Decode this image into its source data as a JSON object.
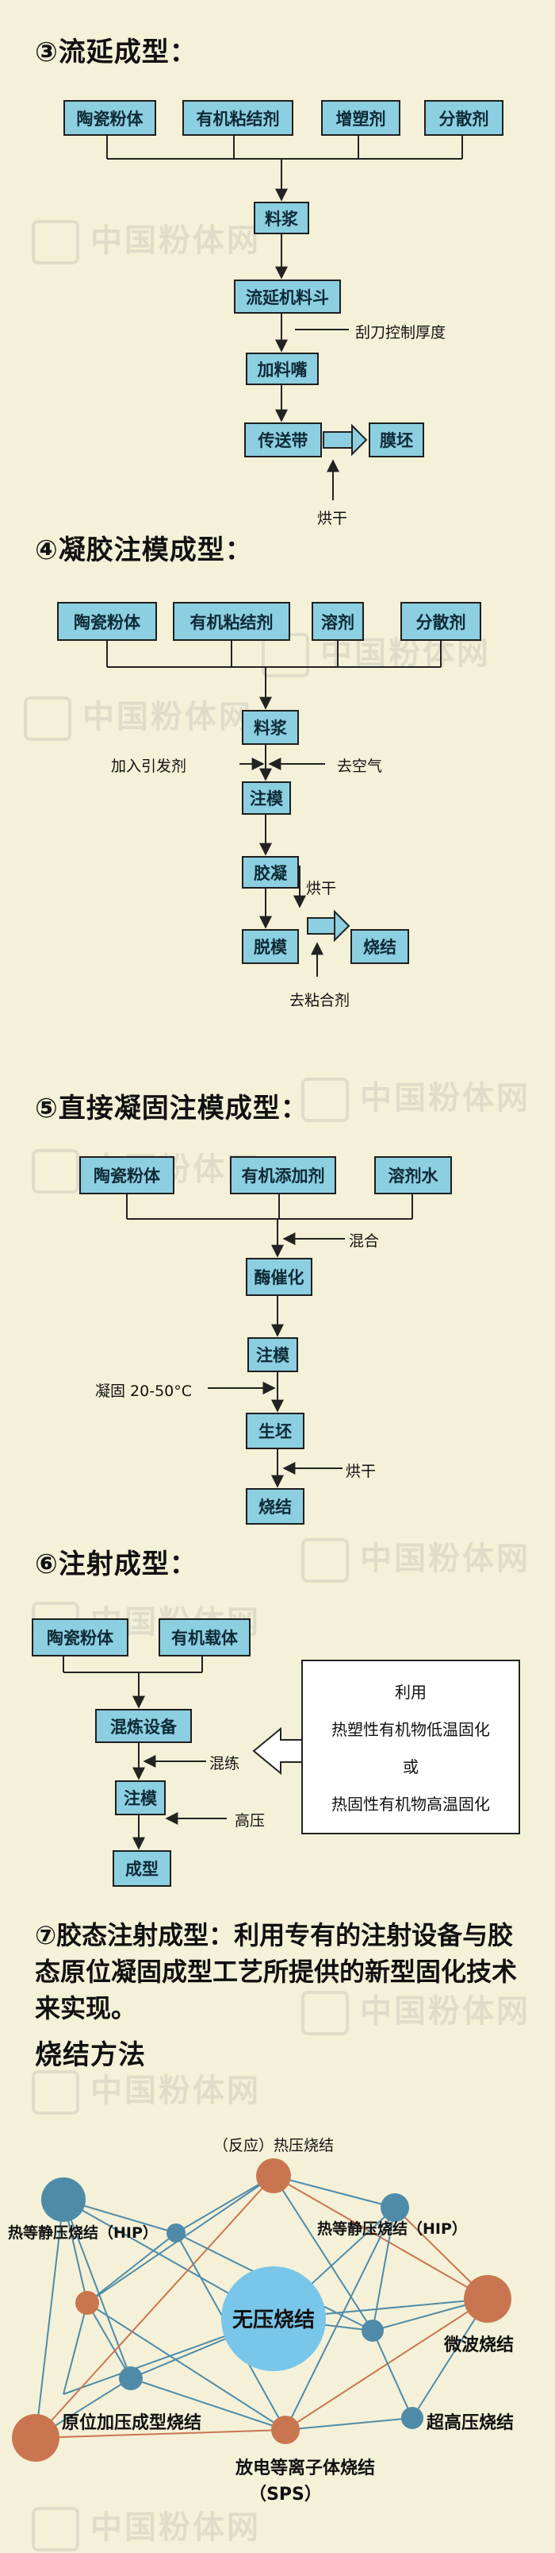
{
  "section3": {
    "title": "③流延成型：",
    "inputs": [
      "陶瓷粉体",
      "有机粘结剂",
      "增塑剂",
      "分散剂"
    ],
    "steps": [
      "料浆",
      "流延机料斗",
      "加料嘴",
      "传送带"
    ],
    "output": "膜坯",
    "side_notes": [
      "刮刀控制厚度",
      "烘干"
    ]
  },
  "section4": {
    "title": "④凝胶注模成型：",
    "inputs": [
      "陶瓷粉体",
      "有机粘结剂",
      "溶剂",
      "分散剂"
    ],
    "steps": [
      "料浆",
      "注模",
      "胶凝",
      "脱模"
    ],
    "output": "烧结",
    "side_notes": [
      "加入引发剂",
      "去空气",
      "烘干",
      "去粘合剂"
    ]
  },
  "section5": {
    "title": "⑤直接凝固注模成型：",
    "inputs": [
      "陶瓷粉体",
      "有机添加剂",
      "溶剂水"
    ],
    "steps": [
      "酶催化",
      "注模",
      "生坯",
      "烧结"
    ],
    "side_notes": [
      "混合",
      "凝固 20-50°C",
      "烘干"
    ]
  },
  "section6": {
    "title": "⑥注射成型：",
    "inputs": [
      "陶瓷粉体",
      "有机载体"
    ],
    "steps": [
      "混炼设备",
      "注模",
      "成型"
    ],
    "side_notes": [
      "混练",
      "高压"
    ],
    "note_lines": [
      "利用",
      "热塑性有机物低温固化",
      "或",
      "热固性有机物高温固化"
    ]
  },
  "section7": {
    "text": "⑦胶态注射成型：利用专有的注射设备与胶态原位凝固成型工艺所提供的新型固化技术来实现。"
  },
  "sintering": {
    "title": "烧结方法",
    "center": "无压烧结",
    "methods": [
      "（反应）热压烧结",
      "热等静压烧结（HIP）",
      "热等静压烧结（HIP）",
      "微波烧结",
      "超高压烧结",
      "放电等离子体烧结",
      "（SPS）",
      "原位加压成型烧结"
    ]
  },
  "watermark": "中国粉体网",
  "colors": {
    "background": "#f4f1d8",
    "box": "#8ccfe1",
    "node_blue": "#4f8ba8",
    "node_orange": "#c97650",
    "center": "#78c6e9"
  }
}
